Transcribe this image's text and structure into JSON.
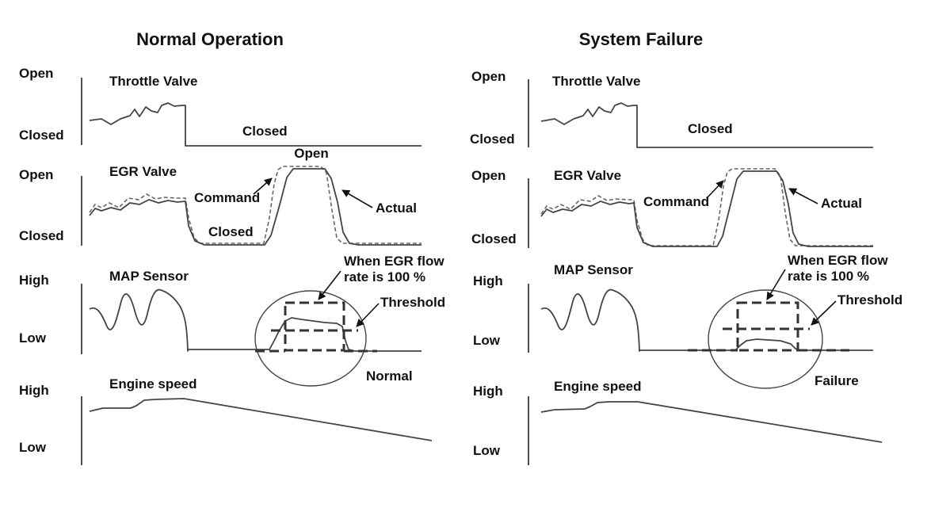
{
  "panels": [
    {
      "title": "Normal Operation",
      "throttle": {
        "label": "Throttle Valve",
        "y_high": "Open",
        "y_low": "Closed",
        "annotation": "Closed"
      },
      "egr": {
        "label": "EGR Valve",
        "y_high": "Open",
        "y_low": "Closed",
        "top_note": "Open",
        "command": "Command",
        "closed": "Closed",
        "actual": "Actual"
      },
      "map": {
        "label": "MAP Sensor",
        "y_high": "High",
        "y_low": "Low",
        "note_line1": "When EGR flow",
        "note_line2": "rate is 100 %",
        "threshold": "Threshold",
        "result": "Normal"
      },
      "engine": {
        "label": "Engine speed",
        "y_high": "High",
        "y_low": "Low"
      }
    },
    {
      "title": "System Failure",
      "throttle": {
        "label": "Throttle Valve",
        "y_high": "Open",
        "y_low": "Closed",
        "annotation": "Closed"
      },
      "egr": {
        "label": "EGR Valve",
        "y_high": "Open",
        "y_low": "Closed",
        "command": "Command",
        "actual": "Actual"
      },
      "map": {
        "label": "MAP Sensor",
        "y_high": "High",
        "y_low": "Low",
        "note_line1": "When EGR flow",
        "note_line2": "rate is 100 %",
        "threshold": "Threshold",
        "result": "Failure"
      },
      "engine": {
        "label": "Engine speed",
        "y_high": "High",
        "y_low": "Low"
      }
    }
  ]
}
